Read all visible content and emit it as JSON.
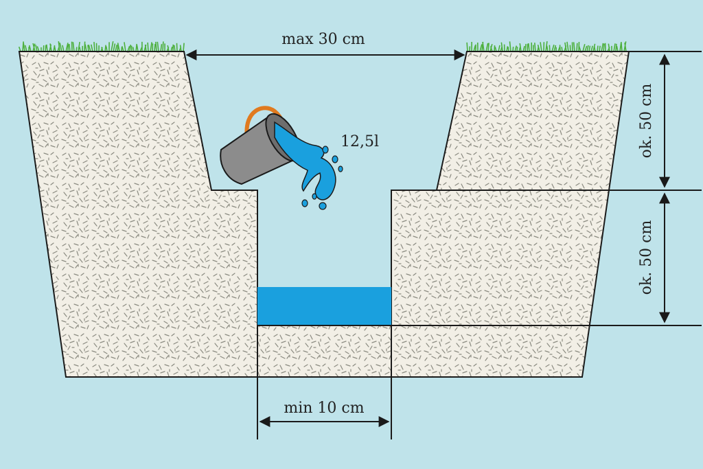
{
  "labels": {
    "width_top": "max 30 cm",
    "width_bottom": "min 10 cm",
    "depth_upper": "ok. 50 cm",
    "depth_lower": "ok. 50 cm",
    "water_volume": "12,5l"
  },
  "colors": {
    "background": "#bfe3ea",
    "soil_fill": "#f2efe6",
    "soil_texture": "#8a8a80",
    "outline": "#1a1a1a",
    "water": "#1aa0de",
    "grass": "#4caf3c",
    "bucket": "#8c8c8c",
    "bucket_handle": "#e07a1f"
  },
  "icons": {
    "bucket": "bucket-pouring-icon",
    "grass": "grass-icon"
  }
}
